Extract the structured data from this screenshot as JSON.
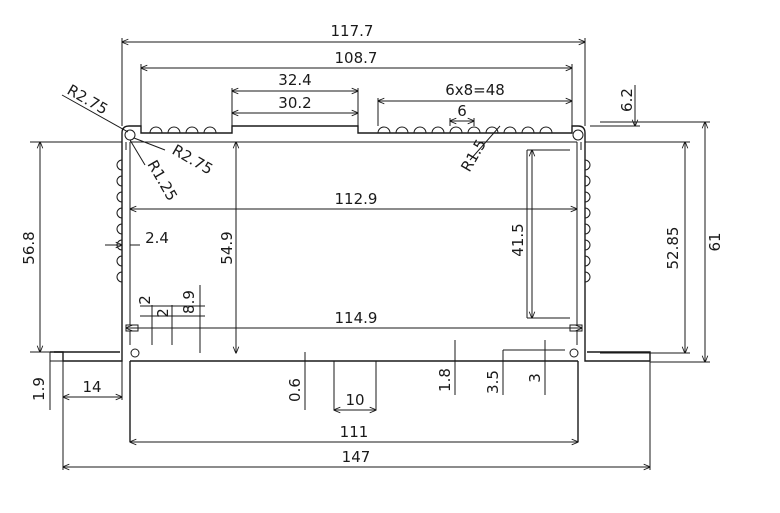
{
  "dimensions": {
    "overall_top_width": "117.7",
    "inner_top_width": "108.7",
    "slot_outer_width": "32.4",
    "slot_inner_width": "30.2",
    "fin_pitch_total": "6x8=48",
    "fin_pitch": "6",
    "top_height": "6.2",
    "corner_radius_outer": "R2.75",
    "corner_radius_inner": "R2.75",
    "fillet_radius": "R1.25",
    "fin_radius": "R1.5",
    "inner_width": "112.9",
    "wall_thickness": "2.4",
    "inner_height_left": "54.9",
    "slot_height_right": "41.5",
    "right_height": "52.85",
    "total_height": "61",
    "left_height": "56.8",
    "small_dim_a": "2",
    "small_dim_b": "2",
    "rail_height": "8.9",
    "bottom_inner_width": "114.9",
    "base_thickness": "1.9",
    "flange_width": "14",
    "groove_depth": "0.6",
    "groove_width": "10",
    "step_height": "1.8",
    "lip_height": "3.5",
    "lip_width": "3",
    "bottom_width": "111",
    "flange_total_width": "147"
  }
}
